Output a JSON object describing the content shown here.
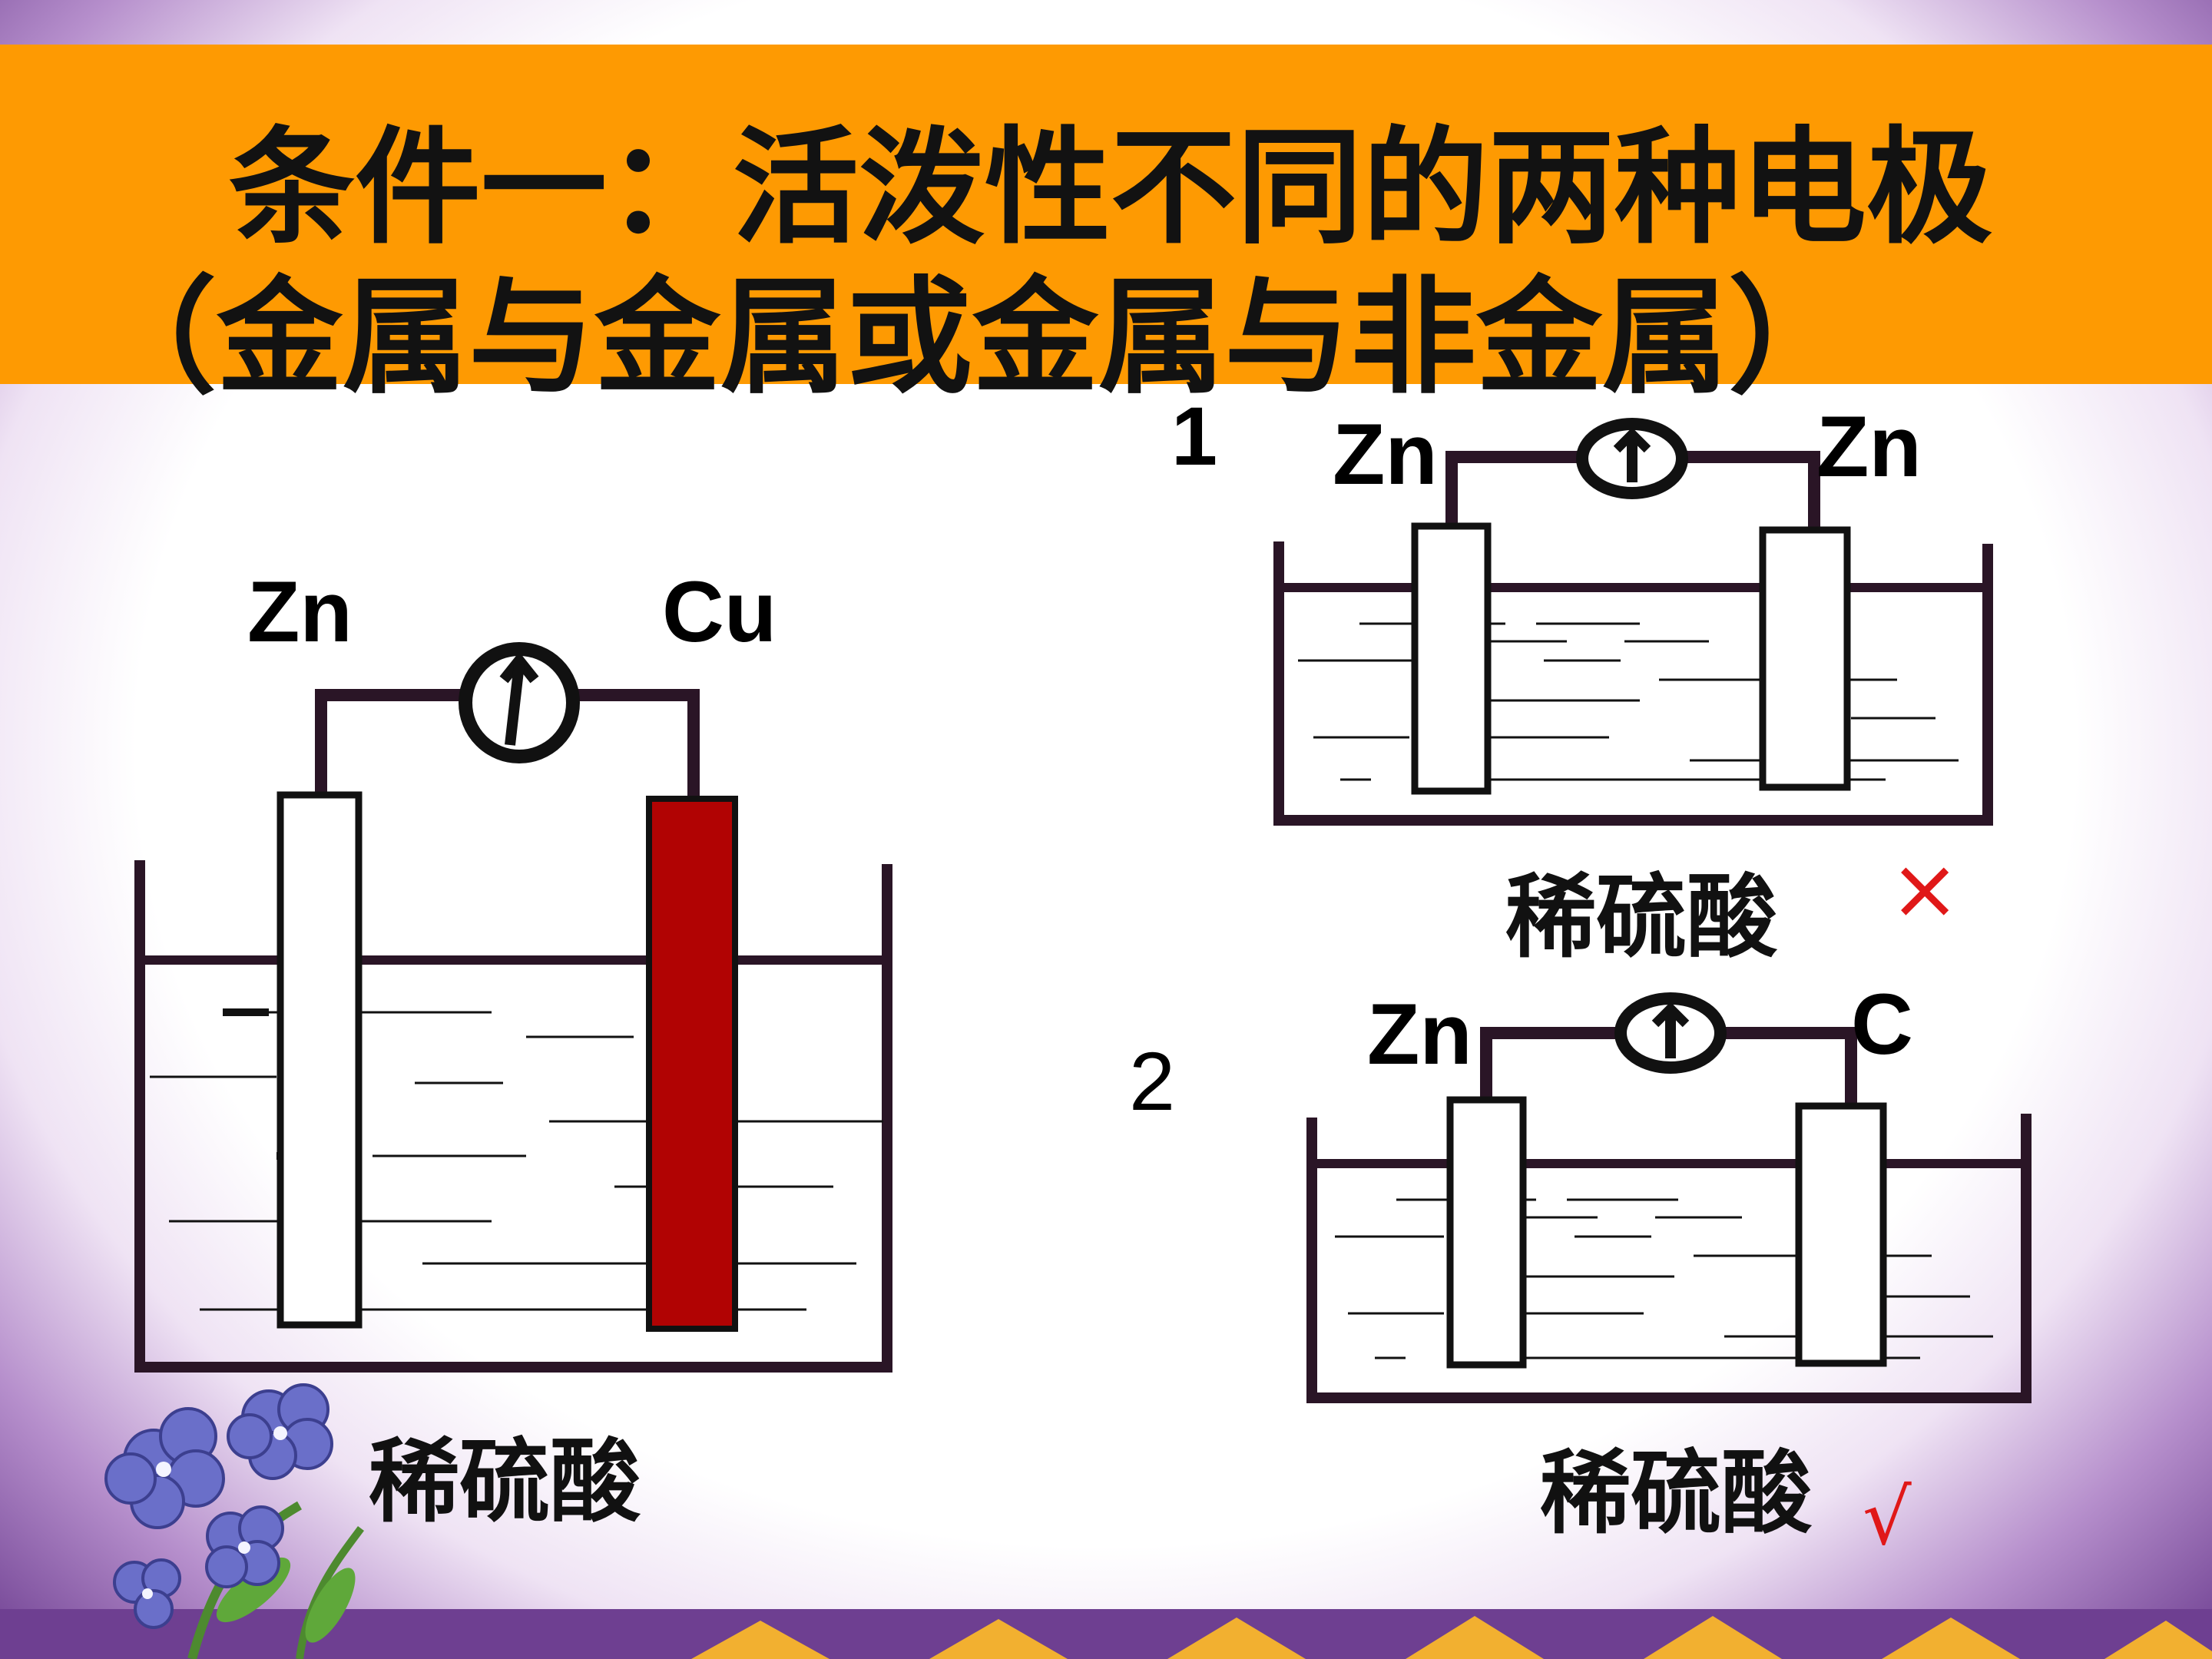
{
  "title": {
    "line1": "条件一：活泼性不同的两种电极",
    "line2": "（金属与金属或金属与非金属）"
  },
  "main_cell": {
    "left_electrode": "Zn",
    "right_electrode": "Cu",
    "electrolyte": "稀硫酸"
  },
  "cell_1": {
    "number": "1",
    "left_electrode": "Zn",
    "right_electrode": "Zn",
    "electrolyte": "稀硫酸",
    "verdict": "×"
  },
  "cell_2": {
    "number": "2",
    "left_electrode": "Zn",
    "right_electrode": "C",
    "electrolyte": "稀硫酸",
    "verdict": "√"
  },
  "colors": {
    "banner": "#fe9a02",
    "copper_electrode": "#b10303",
    "wire": "#2a1526",
    "verdict_mark": "#e01818"
  },
  "icons": [
    "ammeter-icon",
    "flower-decoration-icon",
    "border-pattern-icon"
  ]
}
